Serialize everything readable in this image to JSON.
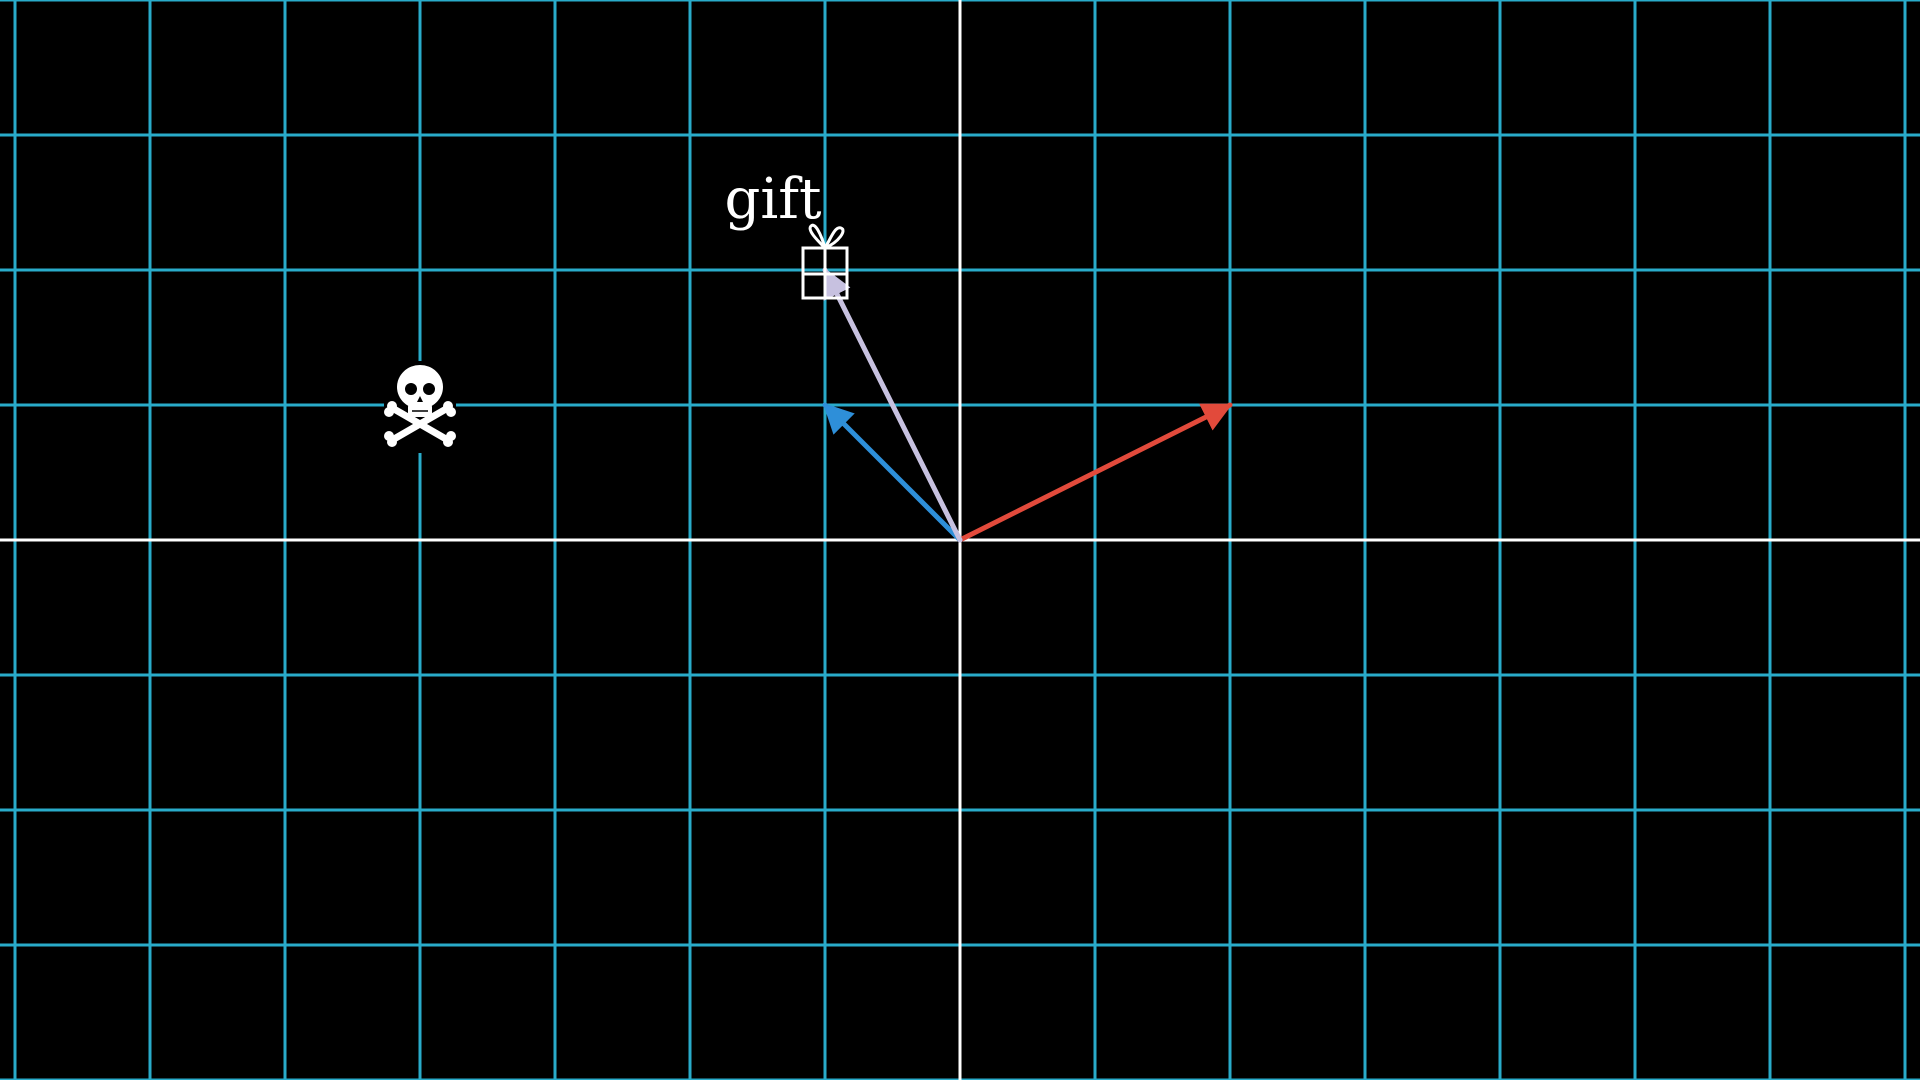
{
  "grid": {
    "x_range": [
      -7,
      7
    ],
    "y_range": [
      -4,
      4
    ],
    "unit_step": 1,
    "line_color": "#29ABCA",
    "axis_color": "#FFFFFF",
    "background": "#000000"
  },
  "vectors": [
    {
      "name": "red-vector",
      "x": 2,
      "y": 1,
      "color": "#E24A3B"
    },
    {
      "name": "blue-vector",
      "x": -1,
      "y": 1,
      "color": "#2E8FD9"
    },
    {
      "name": "lavender-vector",
      "x": -1,
      "y": 2,
      "color": "#C7C1E0"
    }
  ],
  "markers": [
    {
      "name": "gift-icon",
      "x": -1,
      "y": 2,
      "label": "gift"
    },
    {
      "name": "skull-crossbones-icon",
      "x": -4,
      "y": 1
    }
  ]
}
